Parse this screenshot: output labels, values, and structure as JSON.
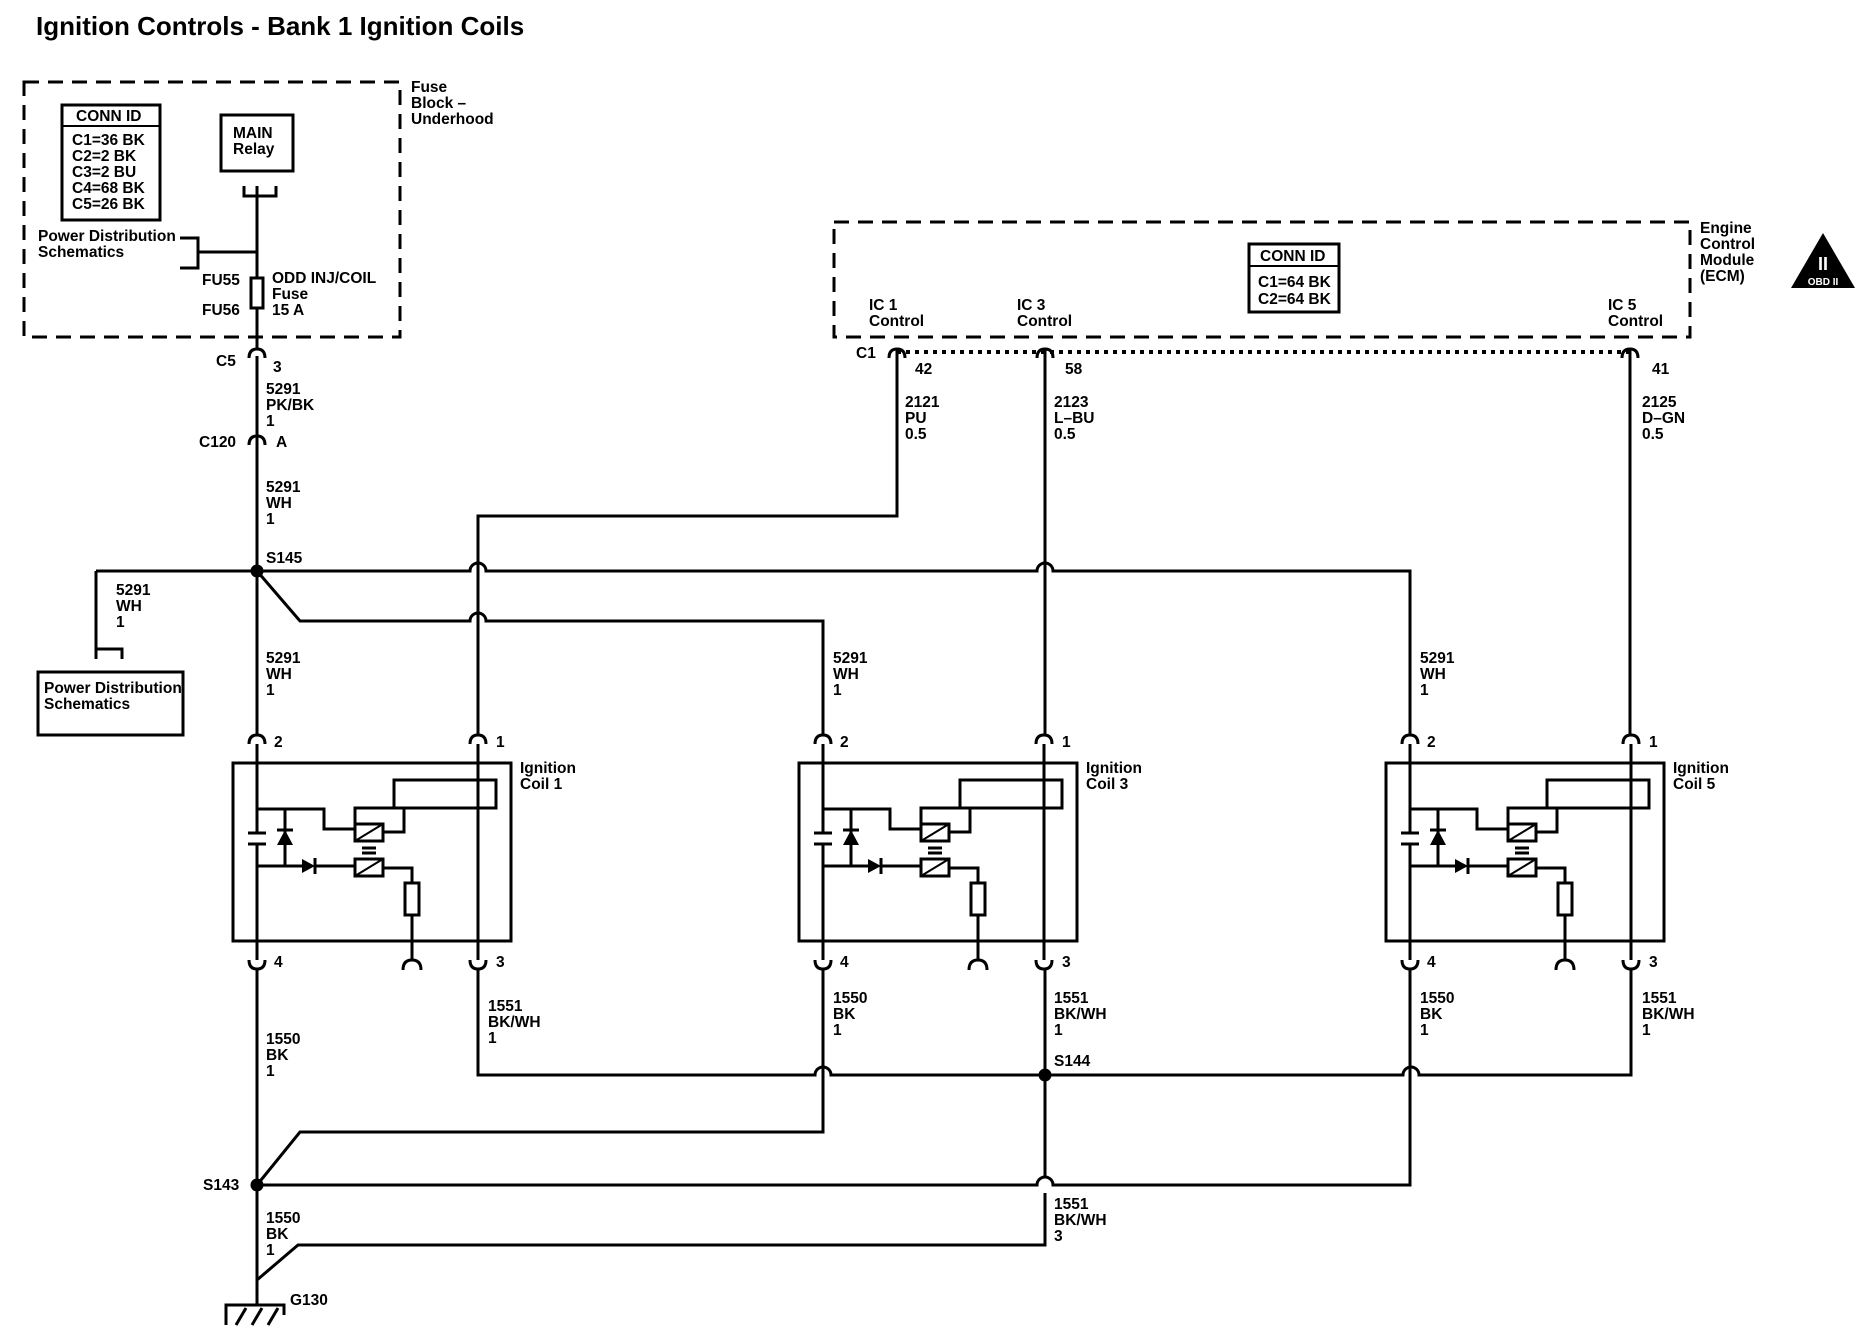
{
  "title": "Ignition Controls - Bank 1 Ignition Coils",
  "fuse_block": {
    "label": [
      "Fuse",
      "Block –",
      "Underhood"
    ],
    "conn_id_title": "CONN ID",
    "conn_id_rows": [
      "C1=36 BK",
      "C2=2 BK",
      "C3=2 BU",
      "C4=68 BK",
      "C5=26 BK"
    ],
    "relay_label": [
      "MAIN",
      "Relay"
    ],
    "power_dist": [
      "Power Distribution",
      "Schematics"
    ],
    "fuse_ids": [
      "FU55",
      "FU56"
    ],
    "fuse_label": [
      "ODD INJ/COIL",
      "Fuse",
      "15 A"
    ]
  },
  "ecm": {
    "label": [
      "Engine",
      "Control",
      "Module",
      "(ECM)"
    ],
    "conn_id_title": "CONN ID",
    "conn_id_rows": [
      "C1=64 BK",
      "C2=64 BK"
    ],
    "connector": "C1",
    "controls": [
      {
        "label": [
          "IC 1",
          "Control"
        ],
        "pin": "42",
        "circuit": [
          "2121",
          "PU",
          "0.5"
        ]
      },
      {
        "label": [
          "IC 3",
          "Control"
        ],
        "pin": "58",
        "circuit": [
          "2123",
          "L–BU",
          "0.5"
        ]
      },
      {
        "label": [
          "IC 5",
          "Control"
        ],
        "pin": "41",
        "circuit": [
          "2125",
          "D–GN",
          "0.5"
        ]
      }
    ]
  },
  "obd_badge": {
    "glyph": "II",
    "caption": "OBD II"
  },
  "connectors": {
    "c5": {
      "name": "C5",
      "pin": "3"
    },
    "c120": {
      "name": "C120",
      "pin": "A"
    }
  },
  "circuits": {
    "fuse_out": [
      "5291",
      "PK/BK",
      "1"
    ],
    "c120_out": [
      "5291",
      "WH",
      "1"
    ],
    "branch_left": [
      "5291",
      "WH",
      "1"
    ],
    "coil_feed": [
      "5291",
      "WH",
      "1"
    ],
    "ground_coil": [
      "1550",
      "BK",
      "1"
    ],
    "ref_coil": [
      "1551",
      "BK/WH",
      "1"
    ],
    "ground_main": [
      "1550",
      "BK",
      "1"
    ],
    "ref_main": [
      "1551",
      "BK/WH",
      "3"
    ]
  },
  "power_dist_lower": [
    "Power Distribution",
    "Schematics"
  ],
  "splices": [
    "S145",
    "S144",
    "S143"
  ],
  "ground": "G130",
  "coils": [
    {
      "label": [
        "Ignition",
        "Coil 1"
      ],
      "pins": [
        "2",
        "1",
        "4",
        "3"
      ]
    },
    {
      "label": [
        "Ignition",
        "Coil 3"
      ],
      "pins": [
        "2",
        "1",
        "4",
        "3"
      ]
    },
    {
      "label": [
        "Ignition",
        "Coil 5"
      ],
      "pins": [
        "2",
        "1",
        "4",
        "3"
      ]
    }
  ]
}
